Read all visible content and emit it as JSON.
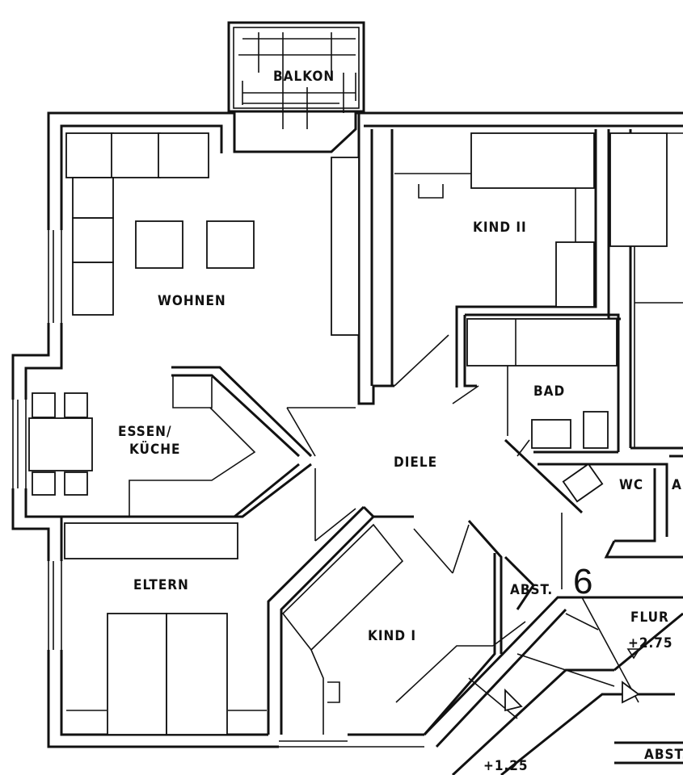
{
  "plan": {
    "rooms": {
      "balkon": "BALKON",
      "wohnen": "WOHNEN",
      "essen_line1": "ESSEN/",
      "essen_line2": "KÜCHE",
      "kind2": "KIND II",
      "bad": "BAD",
      "diele": "DIELE",
      "wc": "WC",
      "eltern": "ELTERN",
      "kind1": "KIND I",
      "abst": "ABST.",
      "flur": "FLUR",
      "abst2": "ABST.",
      "ab_cut": "AB"
    },
    "unit_number": "6",
    "levels": {
      "flur_level": "+2.75",
      "stair_level": "+1.25"
    }
  }
}
